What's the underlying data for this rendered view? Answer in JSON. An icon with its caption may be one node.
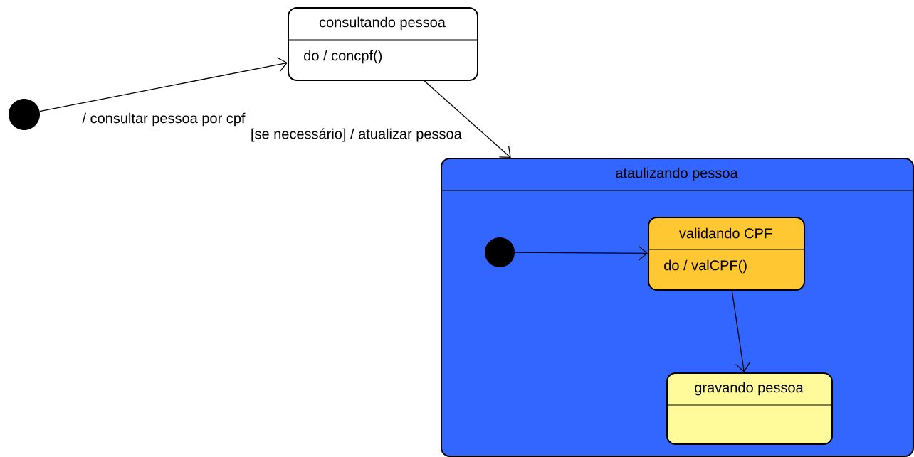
{
  "diagram": {
    "nodes": [
      {
        "text": [],
        "shape": "circle"
      },
      {
        "text": [
          "consultando pessoa",
          "do / concpf()"
        ]
      },
      {
        "text": [
          "ataulizando pessoa"
        ]
      },
      {
        "text": [],
        "shape": "circle",
        "in": 2
      },
      {
        "text": [
          "validando CPF",
          "do / valCPF()"
        ],
        "in": 2
      },
      {
        "text": [
          "gravando pessoa"
        ],
        "in": 2
      }
    ],
    "edges": [
      {
        "from": 0,
        "to": 1,
        "arrow": "to",
        "label": "/ consultar pessoa por cpf"
      },
      {
        "from": 1,
        "to": 2,
        "arrow": "to",
        "label": "[se necessário] / atualizar pessoa"
      },
      {
        "from": 3,
        "to": 4,
        "arrow": "to"
      },
      {
        "from": 4,
        "to": 5,
        "arrow": "to"
      }
    ]
  }
}
